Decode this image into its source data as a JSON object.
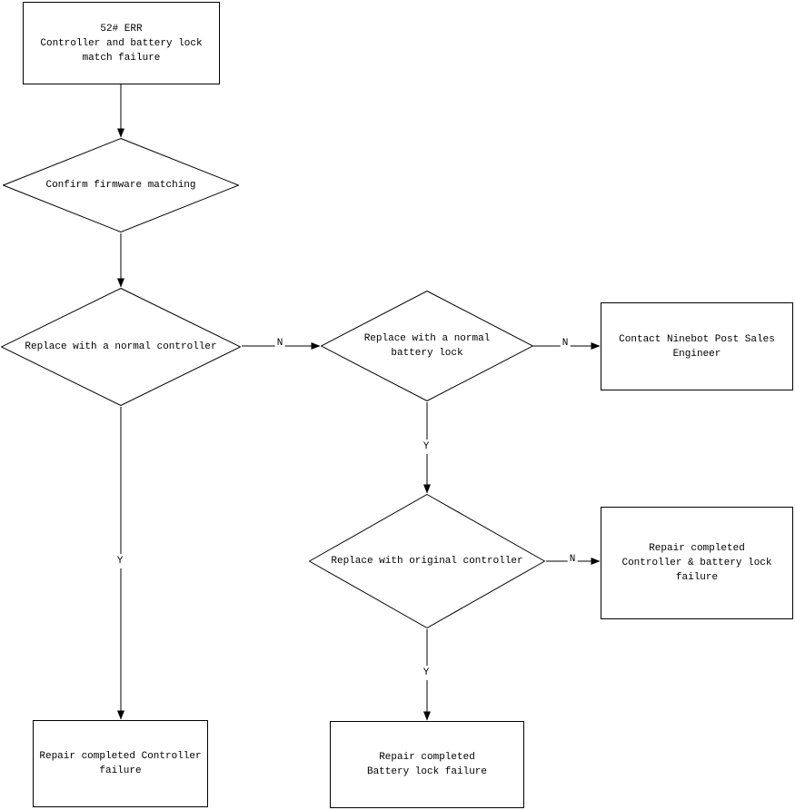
{
  "diagram": {
    "type": "flowchart",
    "colors": {
      "background": "#ffffff",
      "line": "#000000",
      "node_fill": "#ffffff",
      "text": "#000000"
    },
    "nodes": {
      "start": {
        "shape": "rectangle",
        "label": "52# ERR\nController and battery lock\nmatch failure"
      },
      "firmware": {
        "shape": "diamond",
        "label": "Confirm firmware matching"
      },
      "normal_controller": {
        "shape": "diamond",
        "label": "Replace with a normal controller"
      },
      "normal_battery_lock": {
        "shape": "diamond",
        "label": "Replace with a normal\nbattery lock"
      },
      "contact": {
        "shape": "rectangle",
        "label": "Contact Ninebot Post Sales\nEngineer"
      },
      "original_controller": {
        "shape": "diamond",
        "label": "Replace with original controller"
      },
      "repair_both": {
        "shape": "rectangle",
        "label": "Repair completed\nController & battery lock\nfailure"
      },
      "repair_controller": {
        "shape": "rectangle",
        "label": "Repair completed Controller\nfailure"
      },
      "repair_battery": {
        "shape": "rectangle",
        "label": "Repair completed\nBattery lock failure"
      }
    },
    "edges": [
      {
        "from": "start",
        "to": "firmware",
        "label": ""
      },
      {
        "from": "firmware",
        "to": "normal_controller",
        "label": ""
      },
      {
        "from": "normal_controller",
        "to": "normal_battery_lock",
        "label": "N"
      },
      {
        "from": "normal_battery_lock",
        "to": "contact",
        "label": "N"
      },
      {
        "from": "normal_battery_lock",
        "to": "original_controller",
        "label": "Y"
      },
      {
        "from": "original_controller",
        "to": "repair_both",
        "label": "N"
      },
      {
        "from": "original_controller",
        "to": "repair_battery",
        "label": "Y"
      },
      {
        "from": "normal_controller",
        "to": "repair_controller",
        "label": "Y"
      }
    ]
  }
}
